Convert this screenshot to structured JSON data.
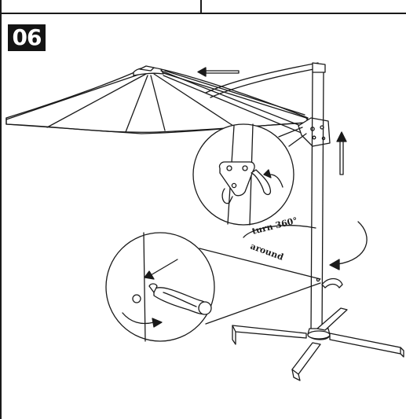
{
  "step": {
    "number": "06"
  },
  "annotation": {
    "line1": "turn 360°",
    "line2": "around"
  },
  "colors": {
    "ink": "#1a1a1a",
    "paper": "#ffffff",
    "badge": "#141414"
  },
  "icons": [
    "arrow-left-icon",
    "arrow-up-icon",
    "rotate-arrow-icon",
    "crank-handle-icon"
  ]
}
